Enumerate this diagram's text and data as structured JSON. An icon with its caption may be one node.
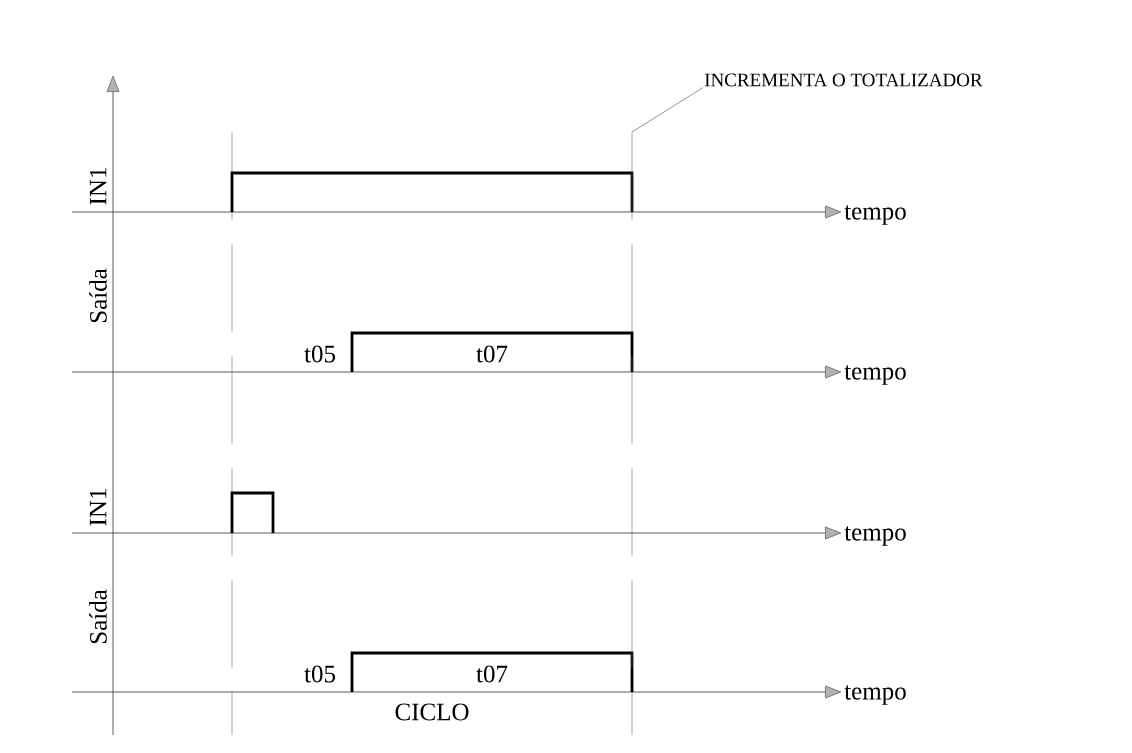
{
  "diagram": {
    "nodes": [
      {
        "text": [
          "INCREMENTA O TOTALIZADOR"
        ]
      },
      {
        "text": [],
        "shape": "line"
      }
    ],
    "edges": [
      {
        "from": 0,
        "to": 1,
        "arrow": "none"
      }
    ],
    "labels": [
      "IN1",
      "tempo",
      "Saída",
      "t05",
      "t07",
      "tempo",
      "IN1",
      "tempo",
      "Saída",
      "t05",
      "t07",
      "tempo",
      "CICLO"
    ]
  }
}
